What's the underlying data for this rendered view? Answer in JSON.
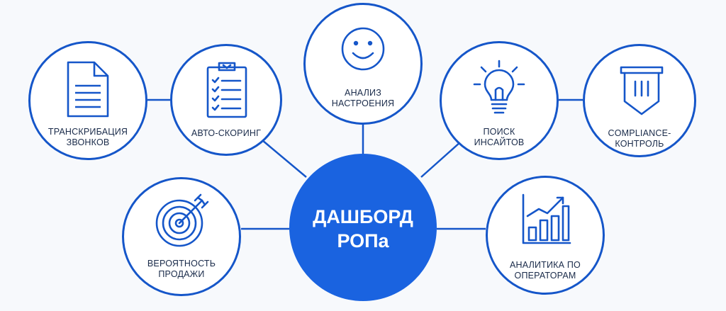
{
  "center": {
    "line1": "ДАШБОРД",
    "line2": "РОПа"
  },
  "nodes": {
    "transcription": {
      "line1": "ТРАНСКРИБАЦИЯ",
      "line2": "ЗВОНКОВ",
      "icon": "document-icon"
    },
    "auto_scoring": {
      "line1": "АВТО-СКОРИНГ",
      "line2": "",
      "icon": "checklist-clipboard-icon"
    },
    "sentiment": {
      "line1": "АНАЛИЗ",
      "line2": "НАСТРОЕНИЯ",
      "icon": "smiley-face-icon"
    },
    "insights": {
      "line1": "ПОИСК",
      "line2": "ИНСАЙТОВ",
      "icon": "lightbulb-icon"
    },
    "compliance": {
      "line1": "COMPLIANCE-",
      "line2": "КОНТРОЛЬ",
      "icon": "shield-icon"
    },
    "sale_probability": {
      "line1": "ВЕРОЯТНОСТЬ",
      "line2": "ПРОДАЖИ",
      "icon": "target-icon"
    },
    "operator_analytics": {
      "line1": "АНАЛИТИКА ПО",
      "line2": "ОПЕРАТОРАМ",
      "icon": "bar-chart-icon"
    }
  },
  "colors": {
    "accent": "#1556c9",
    "center_fill": "#1a63e0",
    "text": "#1a2b4a",
    "background": "#f7f9fc"
  }
}
